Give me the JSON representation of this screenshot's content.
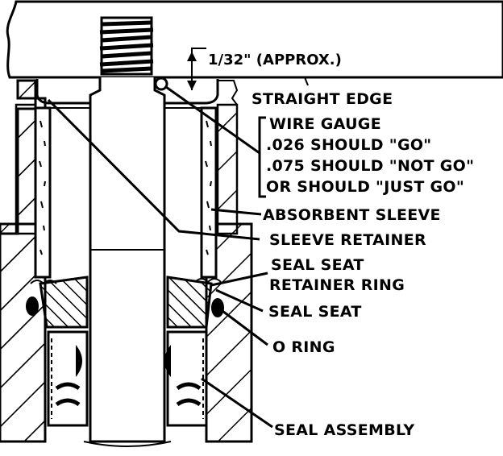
{
  "figure": {
    "type": "cross-section diagram",
    "subject": "mechanical seal assembly with straight edge and wire gauge check"
  },
  "dimension": {
    "clearance_label": "1/32\" (APPROX.)"
  },
  "labels": {
    "straight_edge": "STRAIGHT EDGE",
    "wire_gauge": {
      "line1": "WIRE GAUGE",
      "line2": ".026 SHOULD \"GO\"",
      "line3": ".075 SHOULD \"NOT GO\"",
      "line4": "OR SHOULD \"JUST GO\""
    },
    "absorbent_sleeve": "ABSORBENT SLEEVE",
    "sleeve_retainer": "SLEEVE RETAINER",
    "seal_seat_retainer_ring": {
      "line1": "SEAL SEAT",
      "line2": "RETAINER RING"
    },
    "seal_seat": "SEAL SEAT",
    "o_ring": "O RING",
    "seal_assembly": "SEAL ASSEMBLY"
  },
  "colors": {
    "ink": "#000000",
    "paper": "#ffffff"
  }
}
